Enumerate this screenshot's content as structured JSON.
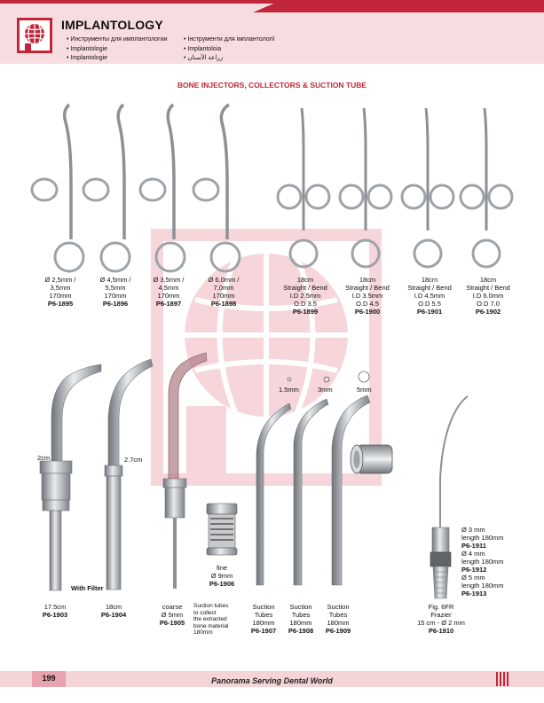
{
  "header": {
    "title": "IMPLANTOLOGY",
    "languages_left": [
      "Инструменты для имплантологии",
      "Implantologie",
      "Implantologie"
    ],
    "languages_right": [
      "Інструменти для імплантології",
      "Implantoloia",
      "زراعة الأسنان"
    ]
  },
  "section_title": "BONE INJECTORS, COLLECTORS & SUCTION TUBE",
  "row1": [
    {
      "l1": "Ø 2,5mm /",
      "l2": "3,5mm",
      "l3": "170mm",
      "code": "P6-1895"
    },
    {
      "l1": "Ø 4,5mm /",
      "l2": "5,5mm",
      "l3": "170mm",
      "code": "P6-1896"
    },
    {
      "l1": "Ø 3,5mm /",
      "l2": "4,5mm",
      "l3": "170mm",
      "code": "P6-1897"
    },
    {
      "l1": "Ø 6,0mm /",
      "l2": "7,0mm",
      "l3": "170mm",
      "code": "P6-1898"
    },
    {
      "l1": "18cm",
      "l2": "Straight / Bend",
      "l3": "I.D 2.5mm",
      "l4": "O.D 3.5",
      "code": "P6-1899"
    },
    {
      "l1": "18cm",
      "l2": "Straight / Bend",
      "l3": "I.D 3.5mm",
      "l4": "O.D 4.5",
      "code": "P6-1900"
    },
    {
      "l1": "18cm",
      "l2": "Straight / Bend",
      "l3": "I.D 4.5mm",
      "l4": "O.D 5.5",
      "code": "P6-1901"
    },
    {
      "l1": "18cm",
      "l2": "Straight / Bend",
      "l3": "I.D 6.0mm",
      "l4": "O.D 7.0",
      "code": "P6-1902"
    }
  ],
  "row2": {
    "label_2cm": "2cm",
    "label_27cm": "2.7cm",
    "with_filter": "With Filter",
    "sizes": [
      "1.5mm",
      "3mm",
      "5mm"
    ],
    "p1903": {
      "l1": "17.5cm",
      "code": "P6-1903"
    },
    "p1904": {
      "l1": "18cm",
      "code": "P6-1904"
    },
    "p1905": {
      "l1": "coarse",
      "l2": "Ø 5mm",
      "code": "P6-1905"
    },
    "p1906": {
      "l1": "fine",
      "l2": "Ø 9mm",
      "code": "P6-1906"
    },
    "note": [
      "Suction tubes",
      "to collect",
      "the extracted",
      "bone material",
      "180mm"
    ],
    "p1907": {
      "l1": "Suction",
      "l2": "Tubes",
      "l3": "180mm",
      "code": "P6-1907"
    },
    "p1908": {
      "l1": "Suction",
      "l2": "Tubes",
      "l3": "180mm",
      "code": "P6-1908"
    },
    "p1909": {
      "l1": "Suction",
      "l2": "Tubes",
      "l3": "180mm",
      "code": "P6-1909"
    },
    "p1910": {
      "l1": "Fig. 6FR",
      "l2": "Frazier",
      "l3": "15 cm - Ø 2 mm",
      "code": "P6-1910"
    },
    "frazier_specs": [
      {
        "l1": "Ø 3 mm",
        "l2": "length 180mm",
        "code": "P6-1911"
      },
      {
        "l1": "Ø 4 mm",
        "l2": "length 180mm",
        "code": "P6-1912"
      },
      {
        "l1": "Ø 5 mm",
        "l2": "length 180mm",
        "code": "P6-1913"
      }
    ]
  },
  "footer": {
    "page": "199",
    "tagline": "Panorama Serving Dental World"
  },
  "colors": {
    "brand": "#c2263a",
    "header_bg": "#f7dde0",
    "steel": "#9ea3a8"
  }
}
